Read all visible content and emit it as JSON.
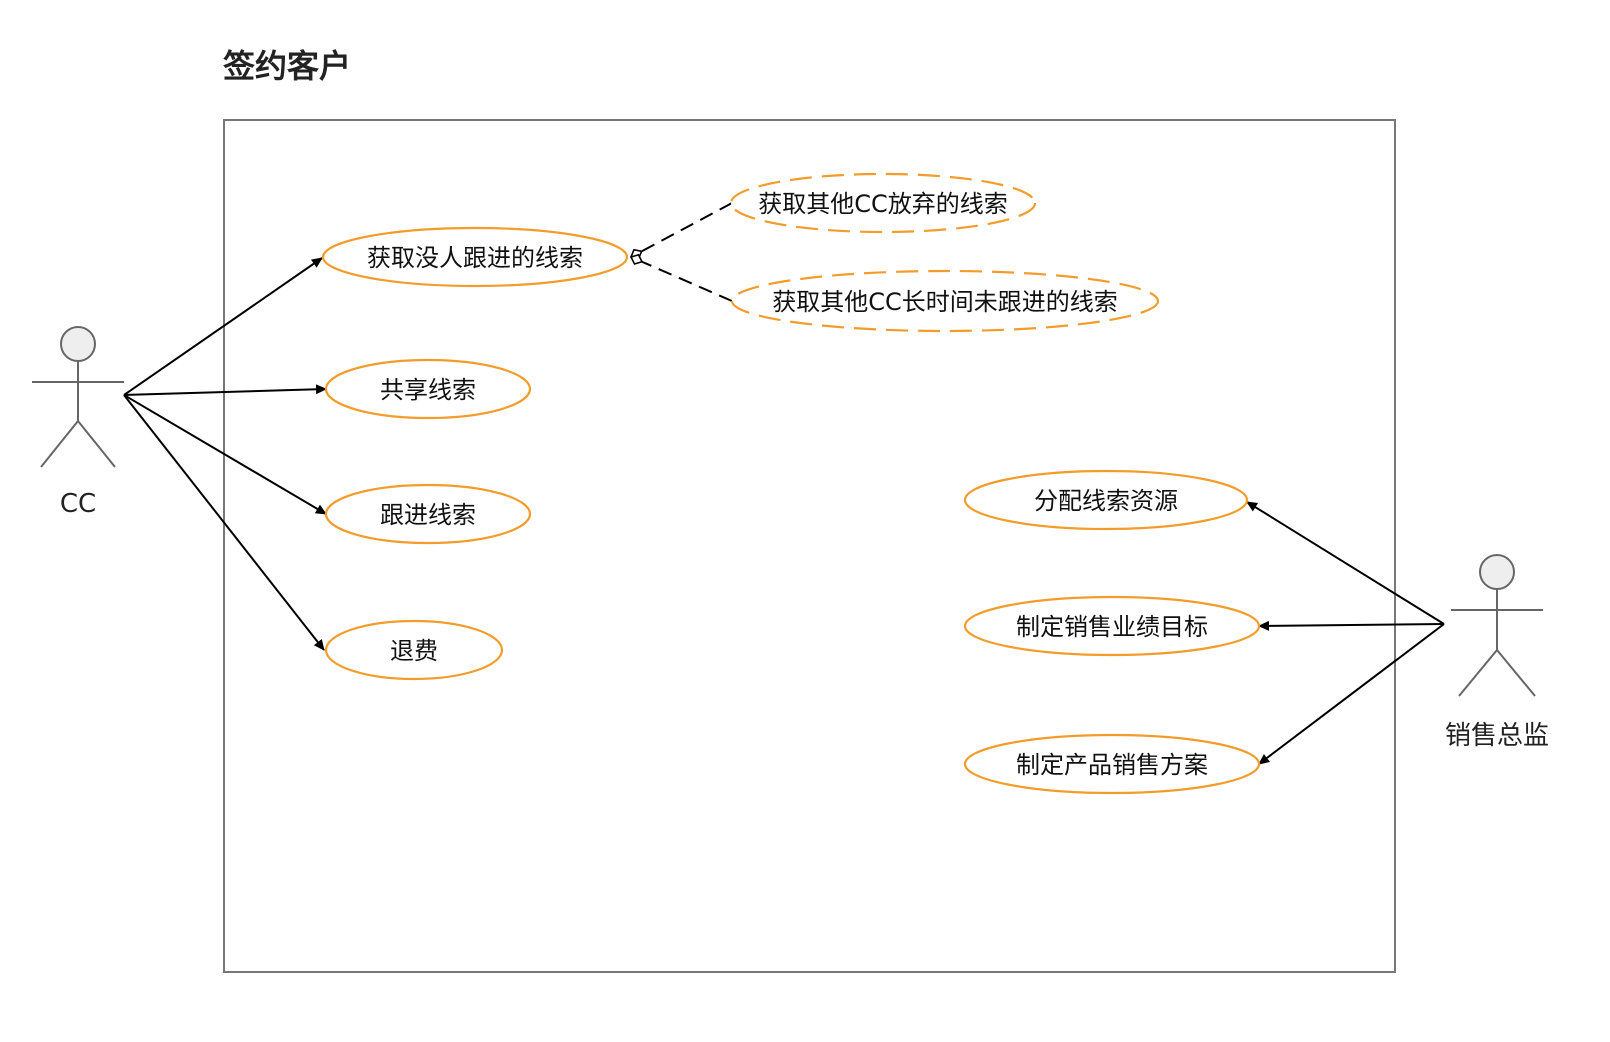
{
  "diagram": {
    "title": "签约客户",
    "actors": {
      "cc": {
        "label": "CC"
      },
      "director": {
        "label": "销售总监"
      }
    },
    "use_cases": {
      "get_unfollowed_leads": "获取没人跟进的线索",
      "get_abandoned_leads": "获取其他CC放弃的线索",
      "get_stale_leads": "获取其他CC长时间未跟进的线索",
      "share_leads": "共享线索",
      "follow_up_leads": "跟进线索",
      "refund": "退费",
      "allocate_lead_resources": "分配线索资源",
      "set_sales_targets": "制定销售业绩目标",
      "set_product_sales_plan": "制定产品销售方案"
    },
    "colors": {
      "use_case_stroke": "#f39c2b",
      "line": "#000000",
      "actor": "#666666",
      "boundary": "#777777"
    }
  }
}
